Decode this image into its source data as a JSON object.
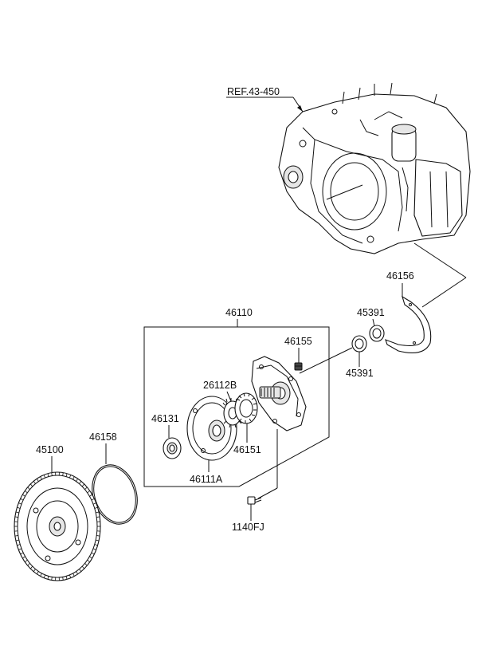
{
  "labels": {
    "ref": "REF.43-450",
    "p46156": "46156",
    "p45391a": "45391",
    "p45391b": "45391",
    "p46110": "46110",
    "p46155": "46155",
    "p26112b": "26112B",
    "p46131": "46131",
    "p46151": "46151",
    "p46111a": "46111A",
    "p46158": "46158",
    "p45100": "45100",
    "p1140fj": "1140FJ"
  }
}
